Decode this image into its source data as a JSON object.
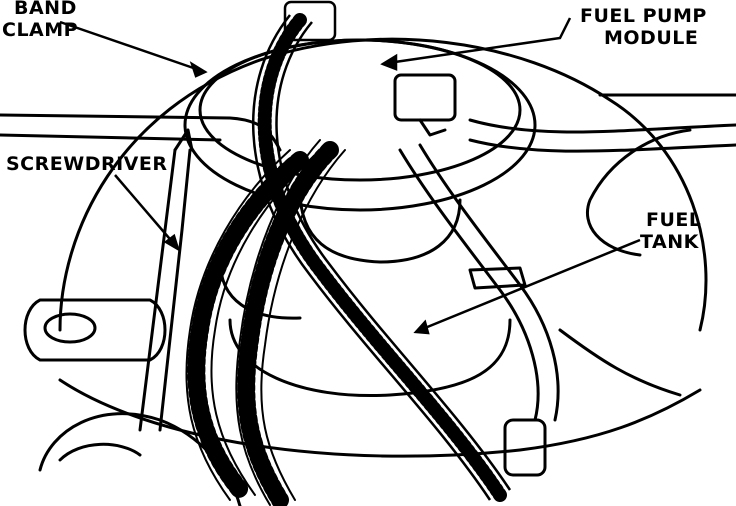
{
  "labels": {
    "band_clamp_1": "BAND",
    "band_clamp_2": "CLAMP",
    "fuel_pump_module_1": "FUEL PUMP",
    "fuel_pump_module_2": "MODULE",
    "screwdriver": "SCREWDRIVER",
    "fuel_tank_1": "FUEL",
    "fuel_tank_2": "TANK"
  },
  "colors": {
    "ink": "#000000",
    "paper": "#ffffff"
  }
}
